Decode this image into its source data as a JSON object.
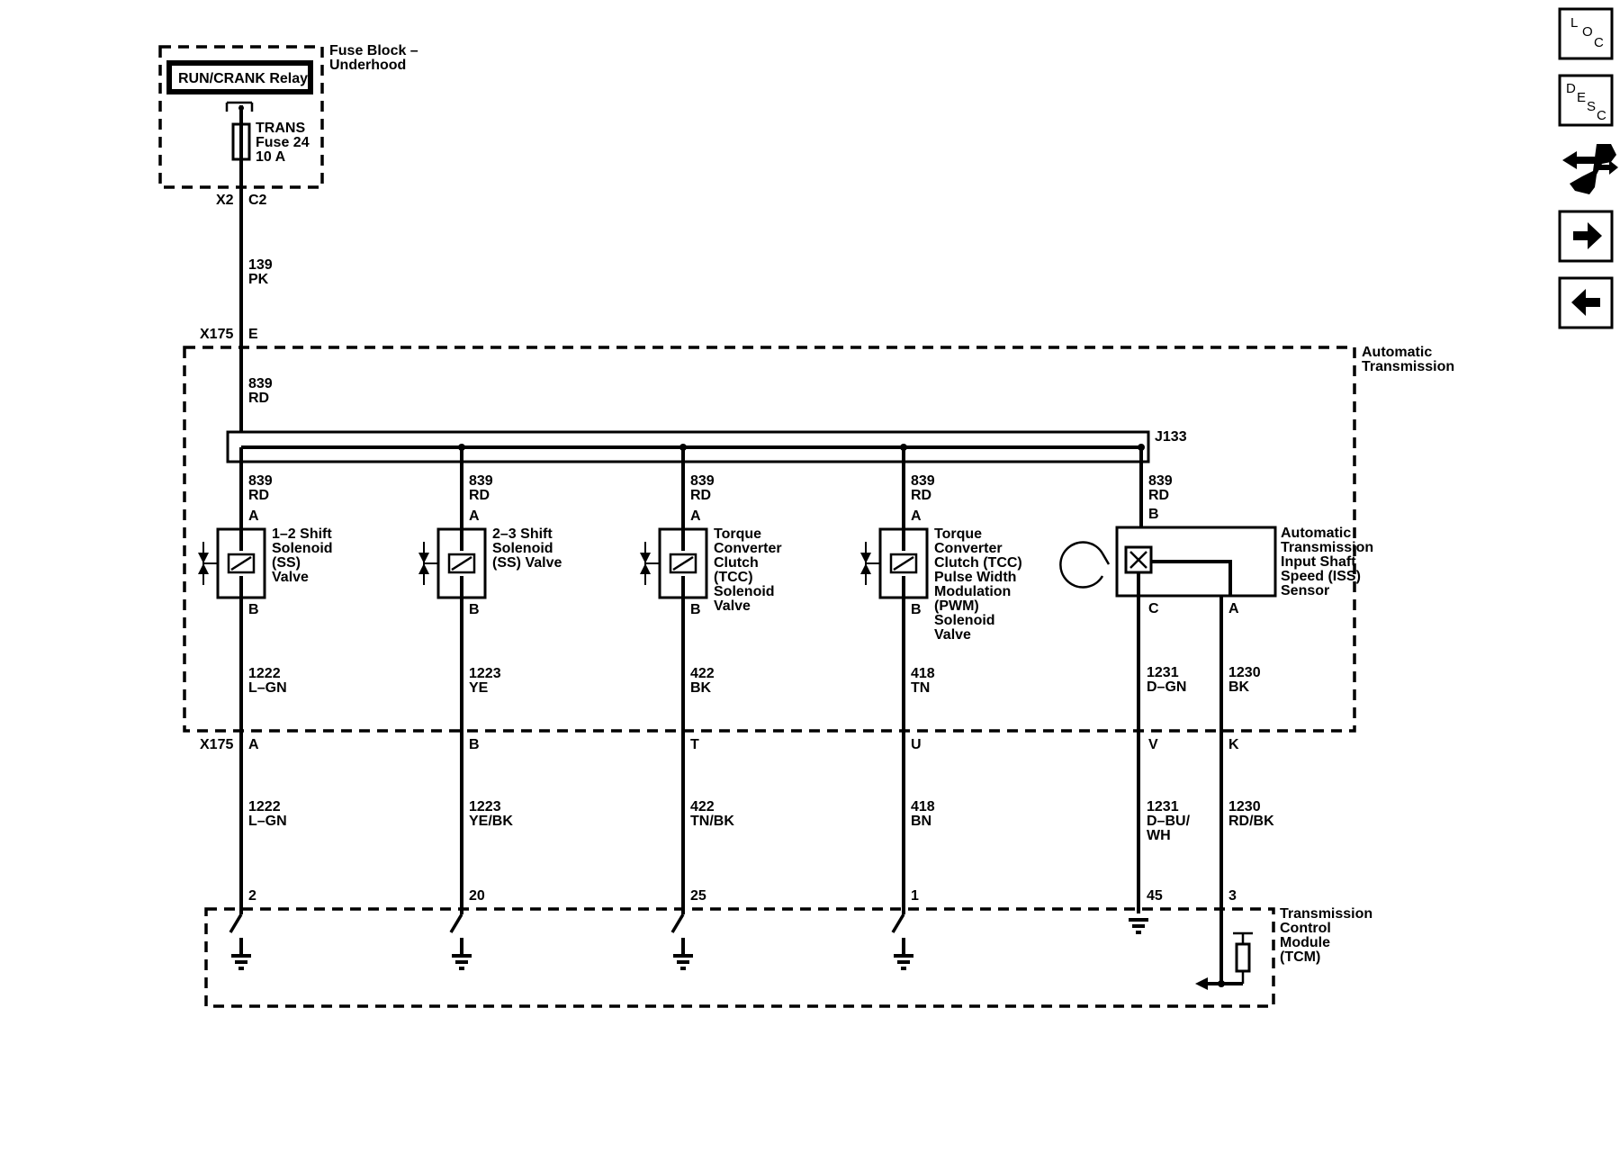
{
  "fuse_block": {
    "title_line1": "Fuse Block –",
    "title_line2": "Underhood",
    "relay": "RUN/CRANK Relay",
    "fuse_line1": "TRANS",
    "fuse_line2": "Fuse 24",
    "fuse_line3": "10 A",
    "conn_x2": "X2",
    "pin_c2": "C2"
  },
  "feed": {
    "wire_139": "139",
    "color_pk": "PK",
    "conn_x175": "X175",
    "pin_e": "E",
    "wire_839": "839",
    "color_rd": "RD",
    "splice": "J133"
  },
  "transmission": {
    "title_line1": "Automatic",
    "title_line2": "Transmission",
    "conn_x175": "X175"
  },
  "solenoids": [
    {
      "feed_wire": "839",
      "feed_color": "RD",
      "pin_top": "A",
      "pin_bottom": "B",
      "label_lines": [
        "1–2 Shift",
        "Solenoid",
        "(SS)",
        "Valve"
      ],
      "out_wire": "1222",
      "out_color": "L–GN",
      "x175_pin": "A",
      "harness_wire": "1222",
      "harness_color": "L–GN",
      "tcm_pin": "2"
    },
    {
      "feed_wire": "839",
      "feed_color": "RD",
      "pin_top": "A",
      "pin_bottom": "B",
      "label_lines": [
        "2–3 Shift",
        "Solenoid",
        "(SS) Valve"
      ],
      "out_wire": "1223",
      "out_color": "YE",
      "x175_pin": "B",
      "harness_wire": "1223",
      "harness_color": "YE/BK",
      "tcm_pin": "20"
    },
    {
      "feed_wire": "839",
      "feed_color": "RD",
      "pin_top": "A",
      "pin_bottom": "B",
      "label_lines": [
        "Torque",
        "Converter",
        "Clutch",
        "(TCC)",
        "Solenoid",
        "Valve"
      ],
      "out_wire": "422",
      "out_color": "BK",
      "x175_pin": "T",
      "harness_wire": "422",
      "harness_color": "TN/BK",
      "tcm_pin": "25"
    },
    {
      "feed_wire": "839",
      "feed_color": "RD",
      "pin_top": "A",
      "pin_bottom": "B",
      "label_lines": [
        "Torque",
        "Converter",
        "Clutch (TCC)",
        "Pulse Width",
        "Modulation",
        "(PWM)",
        "Solenoid",
        "Valve"
      ],
      "out_wire": "418",
      "out_color": "TN",
      "x175_pin": "U",
      "harness_wire": "418",
      "harness_color": "BN",
      "tcm_pin": "1"
    }
  ],
  "iss_sensor": {
    "feed_wire": "839",
    "feed_color": "RD",
    "pin_b": "B",
    "label_lines": [
      "Automatic",
      "Transmission",
      "Input Shaft",
      "Speed (ISS)",
      "Sensor"
    ],
    "pin_c": "C",
    "pin_a": "A",
    "sig_wire": "1231",
    "sig_color": "D–GN",
    "low_wire": "1230",
    "low_color": "BK",
    "x175_pin_v": "V",
    "x175_pin_k": "K",
    "sig_harness_wire": "1231",
    "sig_harness_color_1": "D–BU/",
    "sig_harness_color_2": "WH",
    "low_harness_wire": "1230",
    "low_harness_color": "RD/BK",
    "tcm_pin_sig": "45",
    "tcm_pin_low": "3"
  },
  "tcm": {
    "title_lines": [
      "Transmission",
      "Control",
      "Module",
      "(TCM)"
    ]
  },
  "nav": {
    "loc": [
      "L",
      "O",
      "C"
    ],
    "desc": [
      "D",
      "E",
      "S",
      "C"
    ]
  }
}
